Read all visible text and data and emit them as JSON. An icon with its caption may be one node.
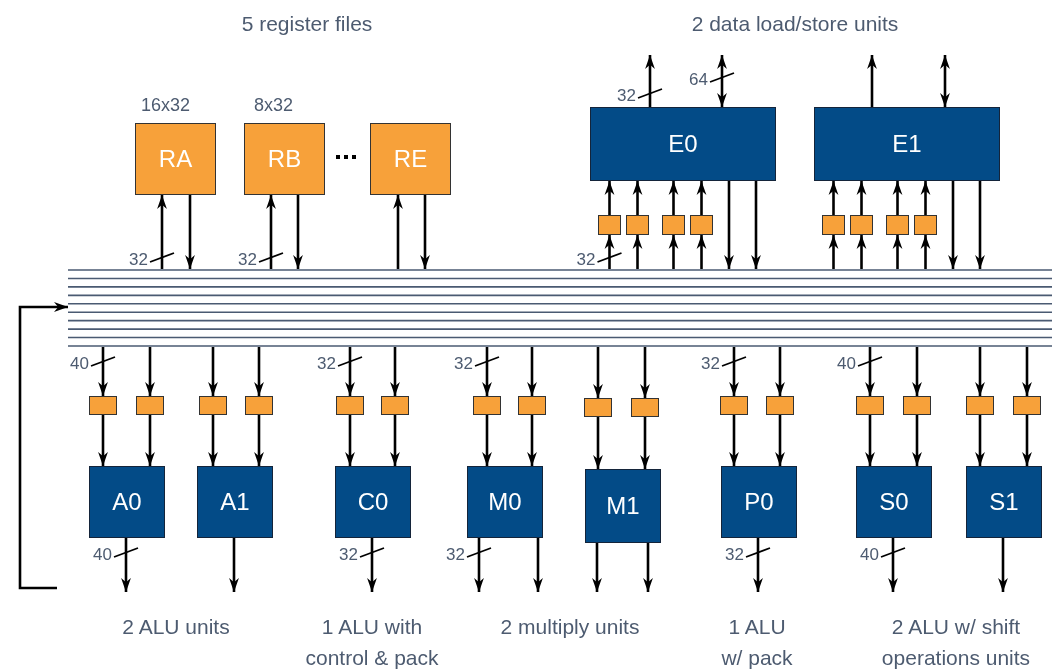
{
  "diagram": {
    "nodes": [
      {
        "text": [
          "RA"
        ],
        "beside": [
          "16x32"
        ]
      },
      {
        "text": [
          "RB"
        ],
        "beside": [
          "8x32"
        ]
      },
      {
        "text": [
          "RE"
        ]
      },
      {
        "text": [
          "E0"
        ]
      },
      {
        "text": [
          "E1"
        ]
      },
      {
        "text": [],
        "shape": "box"
      },
      {
        "text": [],
        "shape": "box"
      },
      {
        "text": [],
        "shape": "box"
      },
      {
        "text": [],
        "shape": "box"
      },
      {
        "text": [],
        "shape": "box"
      },
      {
        "text": [],
        "shape": "box"
      },
      {
        "text": [],
        "shape": "box"
      },
      {
        "text": [],
        "shape": "box"
      },
      {
        "text": [],
        "shape": "bar"
      },
      {
        "text": [],
        "shape": "box"
      },
      {
        "text": [],
        "shape": "box"
      },
      {
        "text": [],
        "shape": "box"
      },
      {
        "text": [],
        "shape": "box"
      },
      {
        "text": [],
        "shape": "box"
      },
      {
        "text": [],
        "shape": "box"
      },
      {
        "text": [],
        "shape": "box"
      },
      {
        "text": [],
        "shape": "box"
      },
      {
        "text": [],
        "shape": "box"
      },
      {
        "text": [],
        "shape": "box"
      },
      {
        "text": [],
        "shape": "box"
      },
      {
        "text": [],
        "shape": "box"
      },
      {
        "text": [],
        "shape": "box"
      },
      {
        "text": [],
        "shape": "box"
      },
      {
        "text": [],
        "shape": "box"
      },
      {
        "text": [],
        "shape": "box"
      },
      {
        "text": [
          "A0"
        ]
      },
      {
        "text": [
          "A1"
        ]
      },
      {
        "text": [
          "C0"
        ]
      },
      {
        "text": [
          "M0"
        ]
      },
      {
        "text": [
          "M1"
        ]
      },
      {
        "text": [
          "P0"
        ]
      },
      {
        "text": [
          "S0"
        ]
      },
      {
        "text": [
          "S1"
        ]
      }
    ],
    "edges": [
      {
        "from": 13,
        "to": 0,
        "arrow": "to",
        "label": "32"
      },
      {
        "from": 0,
        "to": 13,
        "arrow": "to"
      },
      {
        "from": 13,
        "to": 1,
        "arrow": "to",
        "label": "32"
      },
      {
        "from": 1,
        "to": 13,
        "arrow": "to"
      },
      {
        "from": 13,
        "to": 2,
        "arrow": "to"
      },
      {
        "from": 2,
        "to": 13,
        "arrow": "to"
      },
      {
        "from": 3,
        "to": null,
        "arrow": "to",
        "label": "32"
      },
      {
        "from": 3,
        "to": null,
        "arrow": "both",
        "label": "64"
      },
      {
        "from": 4,
        "to": null,
        "arrow": "to"
      },
      {
        "from": 4,
        "to": null,
        "arrow": "both"
      },
      {
        "from": 13,
        "to": 5,
        "arrow": "to",
        "label": "32"
      },
      {
        "from": 13,
        "to": 6,
        "arrow": "to"
      },
      {
        "from": 13,
        "to": 7,
        "arrow": "to"
      },
      {
        "from": 13,
        "to": 8,
        "arrow": "to"
      },
      {
        "from": 5,
        "to": 3,
        "arrow": "to"
      },
      {
        "from": 6,
        "to": 3,
        "arrow": "to"
      },
      {
        "from": 7,
        "to": 3,
        "arrow": "to"
      },
      {
        "from": 8,
        "to": 3,
        "arrow": "to"
      },
      {
        "from": 3,
        "to": 13,
        "arrow": "to"
      },
      {
        "from": 3,
        "to": 13,
        "arrow": "to"
      },
      {
        "from": 13,
        "to": 9,
        "arrow": "to"
      },
      {
        "from": 13,
        "to": 10,
        "arrow": "to"
      },
      {
        "from": 13,
        "to": 11,
        "arrow": "to"
      },
      {
        "from": 13,
        "to": 12,
        "arrow": "to"
      },
      {
        "from": 9,
        "to": 4,
        "arrow": "to"
      },
      {
        "from": 10,
        "to": 4,
        "arrow": "to"
      },
      {
        "from": 11,
        "to": 4,
        "arrow": "to"
      },
      {
        "from": 12,
        "to": 4,
        "arrow": "to"
      },
      {
        "from": 4,
        "to": 13,
        "arrow": "to"
      },
      {
        "from": 4,
        "to": 13,
        "arrow": "to"
      },
      {
        "from": null,
        "to": 13,
        "arrow": "to"
      },
      {
        "from": 13,
        "to": 14,
        "arrow": "to",
        "label": "40"
      },
      {
        "from": 13,
        "to": 15,
        "arrow": "to"
      },
      {
        "from": 13,
        "to": 16,
        "arrow": "to"
      },
      {
        "from": 13,
        "to": 17,
        "arrow": "to"
      },
      {
        "from": 13,
        "to": 18,
        "arrow": "to",
        "label": "32"
      },
      {
        "from": 13,
        "to": 19,
        "arrow": "to"
      },
      {
        "from": 13,
        "to": 20,
        "arrow": "to",
        "label": "32"
      },
      {
        "from": 13,
        "to": 21,
        "arrow": "to"
      },
      {
        "from": 13,
        "to": 22,
        "arrow": "to"
      },
      {
        "from": 13,
        "to": 23,
        "arrow": "to"
      },
      {
        "from": 13,
        "to": 24,
        "arrow": "to",
        "label": "32"
      },
      {
        "from": 13,
        "to": 25,
        "arrow": "to"
      },
      {
        "from": 13,
        "to": 26,
        "arrow": "to",
        "label": "40"
      },
      {
        "from": 13,
        "to": 27,
        "arrow": "to"
      },
      {
        "from": 13,
        "to": 28,
        "arrow": "to"
      },
      {
        "from": 13,
        "to": 29,
        "arrow": "to"
      },
      {
        "from": 14,
        "to": 30,
        "arrow": "to"
      },
      {
        "from": 15,
        "to": 30,
        "arrow": "to"
      },
      {
        "from": 16,
        "to": 31,
        "arrow": "to"
      },
      {
        "from": 17,
        "to": 31,
        "arrow": "to"
      },
      {
        "from": 18,
        "to": 32,
        "arrow": "to"
      },
      {
        "from": 19,
        "to": 32,
        "arrow": "to"
      },
      {
        "from": 20,
        "to": 33,
        "arrow": "to"
      },
      {
        "from": 21,
        "to": 33,
        "arrow": "to"
      },
      {
        "from": 22,
        "to": 34,
        "arrow": "to"
      },
      {
        "from": 23,
        "to": 34,
        "arrow": "to"
      },
      {
        "from": 24,
        "to": 35,
        "arrow": "to"
      },
      {
        "from": 25,
        "to": 35,
        "arrow": "to"
      },
      {
        "from": 26,
        "to": 36,
        "arrow": "to"
      },
      {
        "from": 27,
        "to": 36,
        "arrow": "to"
      },
      {
        "from": 28,
        "to": 37,
        "arrow": "to"
      },
      {
        "from": 29,
        "to": 37,
        "arrow": "to"
      },
      {
        "from": 30,
        "to": null,
        "arrow": "to",
        "label": "40"
      },
      {
        "from": 31,
        "to": null,
        "arrow": "to"
      },
      {
        "from": 32,
        "to": null,
        "arrow": "to",
        "label": "32"
      },
      {
        "from": 33,
        "to": null,
        "arrow": "to",
        "label": "32"
      },
      {
        "from": 33,
        "to": null,
        "arrow": "to"
      },
      {
        "from": 34,
        "to": null,
        "arrow": "to"
      },
      {
        "from": 34,
        "to": null,
        "arrow": "to"
      },
      {
        "from": 35,
        "to": null,
        "arrow": "to",
        "label": "32"
      },
      {
        "from": 36,
        "to": null,
        "arrow": "to",
        "label": "40"
      },
      {
        "from": 37,
        "to": null,
        "arrow": "to"
      }
    ],
    "labels": [
      "5 register files",
      "2 data load/store units",
      "2 ALU units",
      "1 ALU with control & pack",
      "2 multiply units",
      "1 ALU w/ pack",
      "2 ALU w/ shift operations units"
    ]
  }
}
